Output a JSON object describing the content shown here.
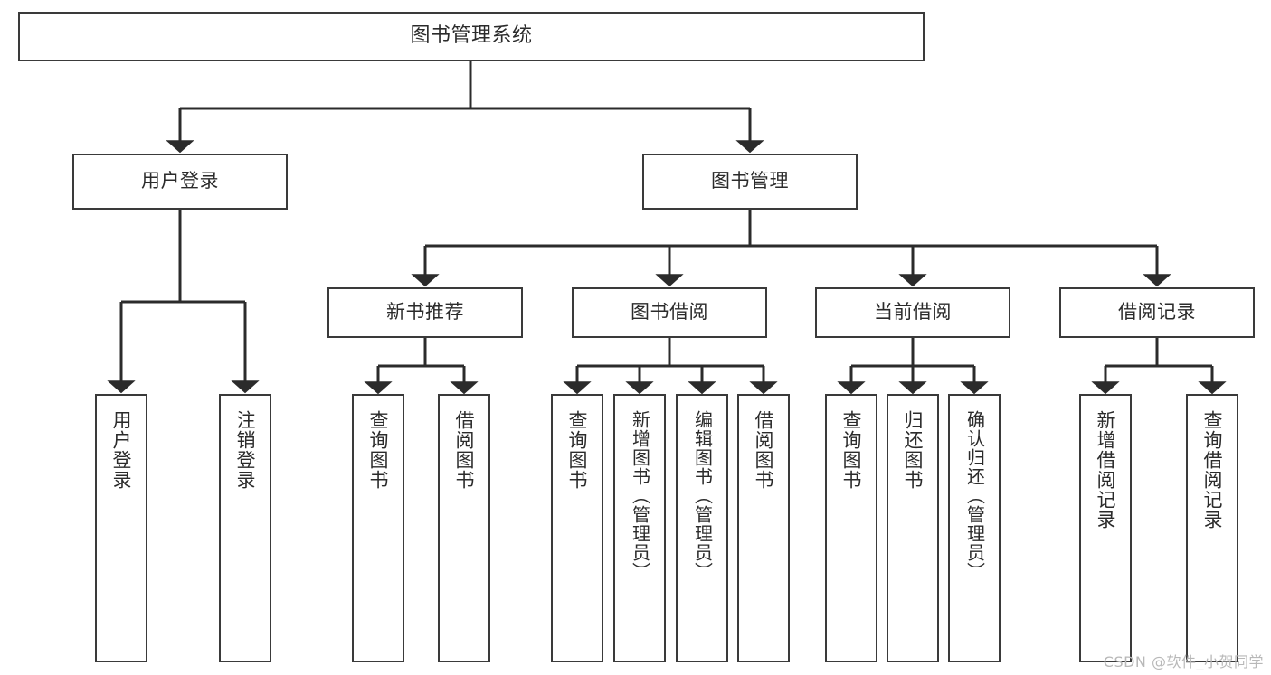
{
  "diagram": {
    "type": "tree-hierarchy-diagram",
    "title": "图书管理系统",
    "colors": {
      "box_border": "#3a3a3a",
      "box_fill": "#ffffff",
      "edge": "#2b2b2b",
      "text": "#2b2b2b",
      "watermark": "#b8b8b8",
      "background": "#ffffff"
    },
    "root": {
      "label": "图书管理系统"
    },
    "level2": [
      {
        "id": "user-login",
        "label": "用户登录"
      },
      {
        "id": "book-manage",
        "label": "图书管理"
      }
    ],
    "level3": [
      {
        "id": "new-book-recommend",
        "label": "新书推荐"
      },
      {
        "id": "book-borrow",
        "label": "图书借阅"
      },
      {
        "id": "current-borrow",
        "label": "当前借阅"
      },
      {
        "id": "borrow-record",
        "label": "借阅记录"
      }
    ],
    "leaves": [
      {
        "id": "leaf-user-login",
        "label": "用户登录",
        "parent": "user-login"
      },
      {
        "id": "leaf-logout-login",
        "label": "注销登录",
        "parent": "user-login"
      },
      {
        "id": "leaf-query-book-1",
        "label": "查询图书",
        "parent": "new-book-recommend"
      },
      {
        "id": "leaf-borrow-book-1",
        "label": "借阅图书",
        "parent": "new-book-recommend"
      },
      {
        "id": "leaf-query-book-2",
        "label": "查询图书",
        "parent": "book-borrow"
      },
      {
        "id": "leaf-add-book",
        "label": "新增图书（管理员）",
        "parent": "book-borrow"
      },
      {
        "id": "leaf-edit-book",
        "label": "编辑图书（管理员）",
        "parent": "book-borrow"
      },
      {
        "id": "leaf-borrow-book-2",
        "label": "借阅图书",
        "parent": "book-borrow"
      },
      {
        "id": "leaf-query-book-3",
        "label": "查询图书",
        "parent": "current-borrow"
      },
      {
        "id": "leaf-return-book",
        "label": "归还图书",
        "parent": "current-borrow"
      },
      {
        "id": "leaf-confirm-return",
        "label": "确认归还（管理员）",
        "parent": "current-borrow"
      },
      {
        "id": "leaf-add-borrow-record",
        "label": "新增借阅记录",
        "parent": "borrow-record"
      },
      {
        "id": "leaf-query-borrow-record",
        "label": "查询借阅记录",
        "parent": "borrow-record"
      }
    ],
    "watermark": "CSDN @软件_小贺同学"
  }
}
